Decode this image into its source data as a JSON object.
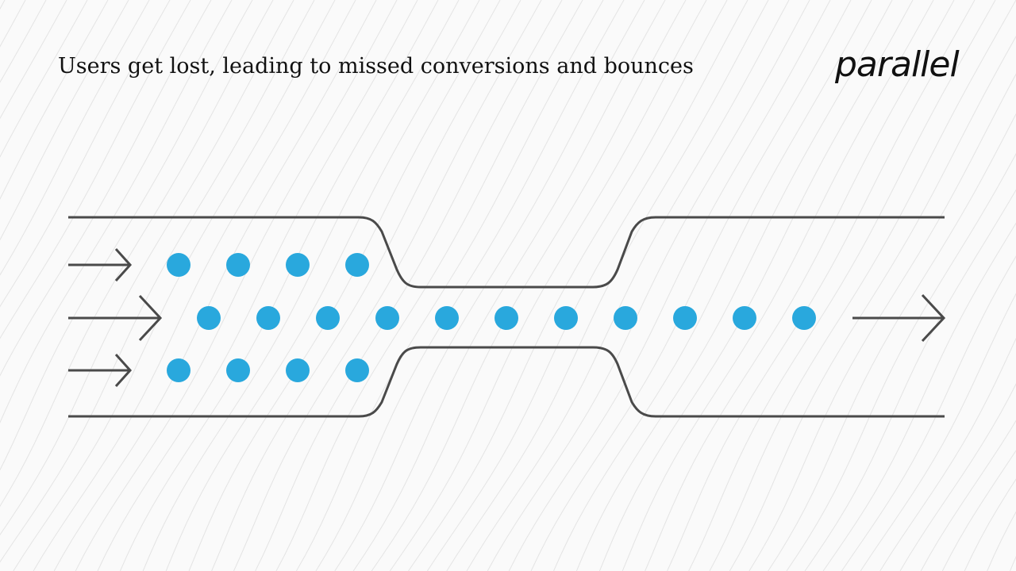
{
  "slide": {
    "title": "Users get lost, leading to missed conversions and bounces",
    "logo_text": "parallel"
  },
  "colors": {
    "dot": "#29a8dd",
    "line": "#4a4a4a",
    "background": "#fafafa",
    "pattern": "#e6e6e6",
    "text": "#111111"
  },
  "diagram": {
    "type": "funnel-bottleneck",
    "input_arrows": 3,
    "output_arrows": 1,
    "dot_rows": [
      {
        "name": "top-row",
        "count": 4
      },
      {
        "name": "middle-row",
        "count": 11
      },
      {
        "name": "bottom-row",
        "count": 4
      }
    ]
  }
}
